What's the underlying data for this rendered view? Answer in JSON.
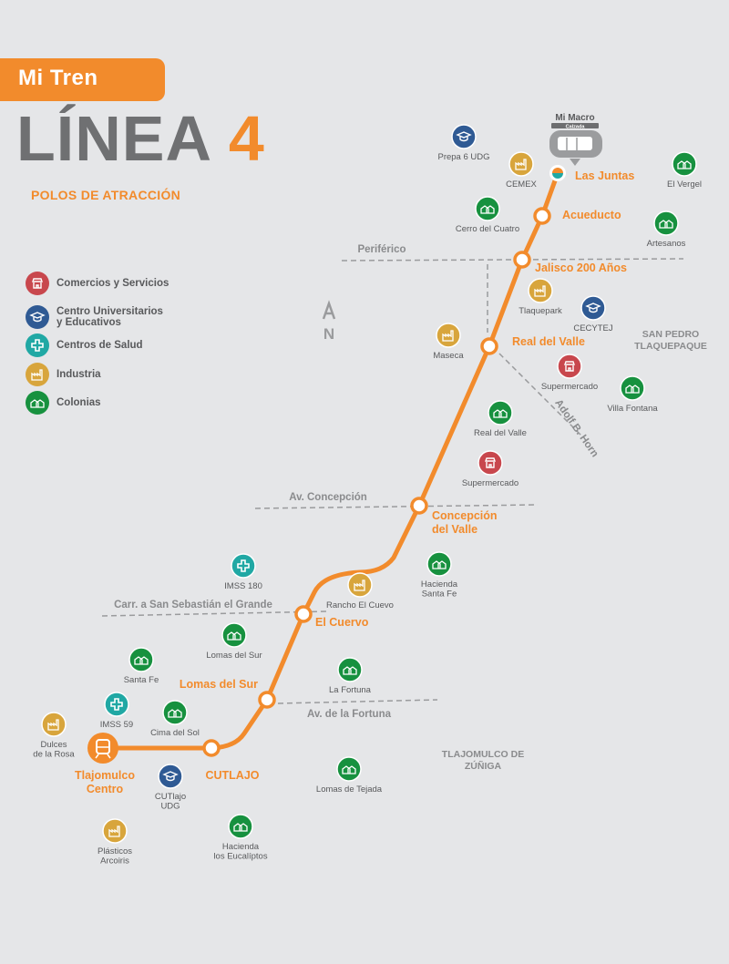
{
  "header": {
    "badge": "Mi Tren",
    "title": "LÍNEA",
    "title_number": "4",
    "subtitle": "POLOS DE ATRACCIÓN"
  },
  "colors": {
    "line": "#f28b2c",
    "comercio": "#c8474d",
    "educacion": "#2f5a94",
    "salud": "#20a8a4",
    "industria": "#d8a53c",
    "colonia": "#17913f",
    "text_gray": "#58595b",
    "road": "#9a9b9d"
  },
  "legend": [
    {
      "label": "Comercios y Servicios",
      "category": "comercio",
      "icon": "store-icon"
    },
    {
      "label": "Centro Universitarios\ny Educativos",
      "category": "educacion",
      "icon": "graduation-cap-icon"
    },
    {
      "label": "Centros de Salud",
      "category": "salud",
      "icon": "medical-cross-icon"
    },
    {
      "label": "Industria",
      "category": "industria",
      "icon": "factory-icon"
    },
    {
      "label": "Colonias",
      "category": "colonia",
      "icon": "houses-icon"
    }
  ],
  "stations": [
    {
      "name": "Las Juntas",
      "terminal": "north"
    },
    {
      "name": "Acueducto"
    },
    {
      "name": "Jalisco 200 Años"
    },
    {
      "name": "Real del Valle"
    },
    {
      "name": "Concepción\ndel Valle"
    },
    {
      "name": "El Cuervo"
    },
    {
      "name": "Lomas del Sur"
    },
    {
      "name": "CUTLAJO"
    },
    {
      "name": "Tlajomulco\nCentro",
      "terminal": "south"
    }
  ],
  "mi_macro": {
    "label": "Mi Macro",
    "sublabel": "Calzada"
  },
  "roads": [
    "Periférico",
    "Av. Concepción",
    "Carr. a San Sebastián el Grande",
    "Av. de la Fortuna",
    "Adolf B. Horn"
  ],
  "regions": [
    "SAN PEDRO\nTLAQUEPAQUE",
    "TLAJOMULCO DE\nZÚÑIGA"
  ],
  "north_label": "N",
  "pois": [
    {
      "label": "Prepa 6 UDG",
      "category": "educacion"
    },
    {
      "label": "CEMEX",
      "category": "industria"
    },
    {
      "label": "El Vergel",
      "category": "colonia"
    },
    {
      "label": "Cerro del Cuatro",
      "category": "colonia"
    },
    {
      "label": "Artesanos",
      "category": "colonia"
    },
    {
      "label": "Tlaquepark",
      "category": "industria"
    },
    {
      "label": "CECYTEJ",
      "category": "educacion"
    },
    {
      "label": "Maseca",
      "category": "industria"
    },
    {
      "label": "Supermercado",
      "category": "comercio"
    },
    {
      "label": "Villa Fontana",
      "category": "colonia"
    },
    {
      "label": "Real del Valle",
      "category": "colonia"
    },
    {
      "label": "Supermercado",
      "category": "comercio"
    },
    {
      "label": "Hacienda\nSanta Fe",
      "category": "colonia"
    },
    {
      "label": "IMSS 180",
      "category": "salud"
    },
    {
      "label": "Rancho El Cuevo",
      "category": "industria"
    },
    {
      "label": "Lomas del Sur",
      "category": "colonia"
    },
    {
      "label": "Santa Fe",
      "category": "colonia"
    },
    {
      "label": "La Fortuna",
      "category": "colonia"
    },
    {
      "label": "IMSS 59",
      "category": "salud"
    },
    {
      "label": "Cima del Sol",
      "category": "colonia"
    },
    {
      "label": "Dulces\nde la Rosa",
      "category": "industria"
    },
    {
      "label": "CUTlajo\nUDG",
      "category": "educacion"
    },
    {
      "label": "Lomas de Tejada",
      "category": "colonia"
    },
    {
      "label": "Plásticos\nArcoiris",
      "category": "industria"
    },
    {
      "label": "Hacienda\nlos Eucalíptos",
      "category": "colonia"
    }
  ]
}
